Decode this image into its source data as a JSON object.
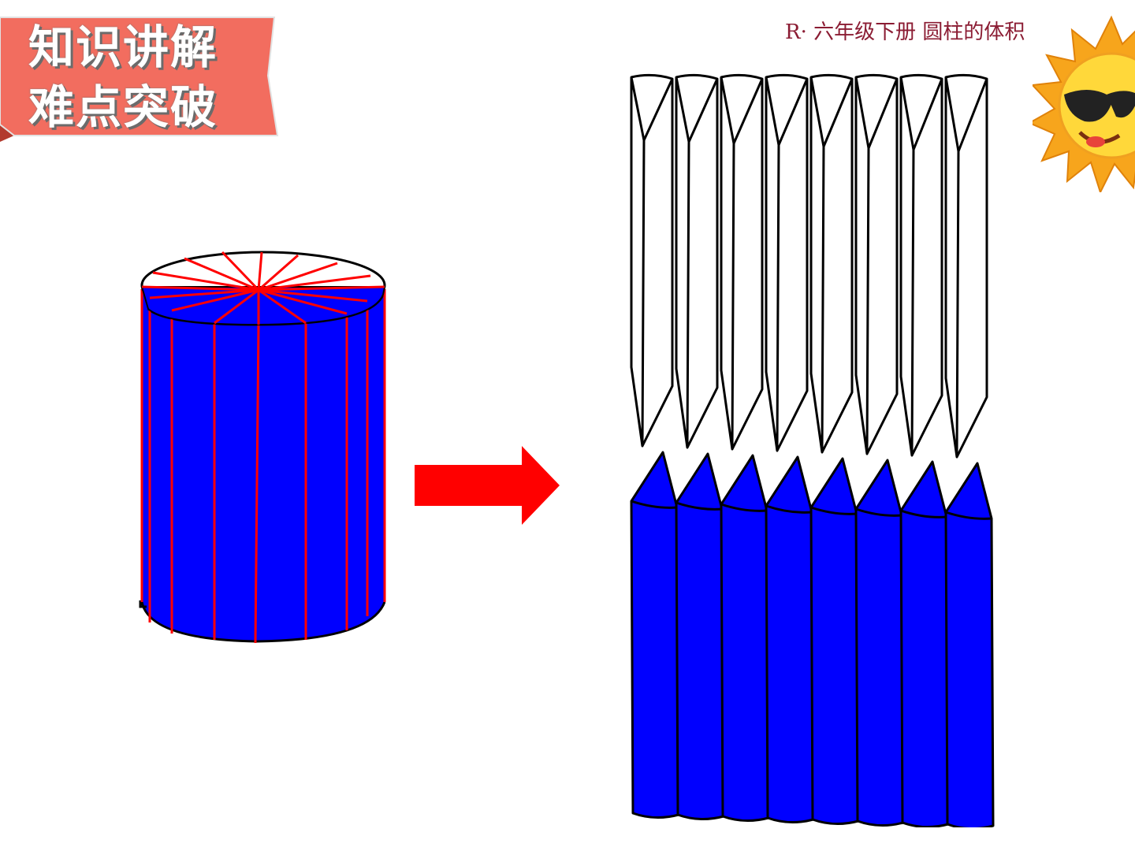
{
  "banner": {
    "line1": "知识讲解",
    "line2": "难点突破",
    "color": "#f26d5f"
  },
  "header": {
    "caption": "R· 六年级下册  圆柱的体积"
  },
  "figure": {
    "cylinder_fill": "#0000ff",
    "cut_line_color": "#ff0000",
    "arrow_color": "#ff0000",
    "piece_count": 8,
    "decoration_icon": "sun-with-sunglasses-icon"
  }
}
